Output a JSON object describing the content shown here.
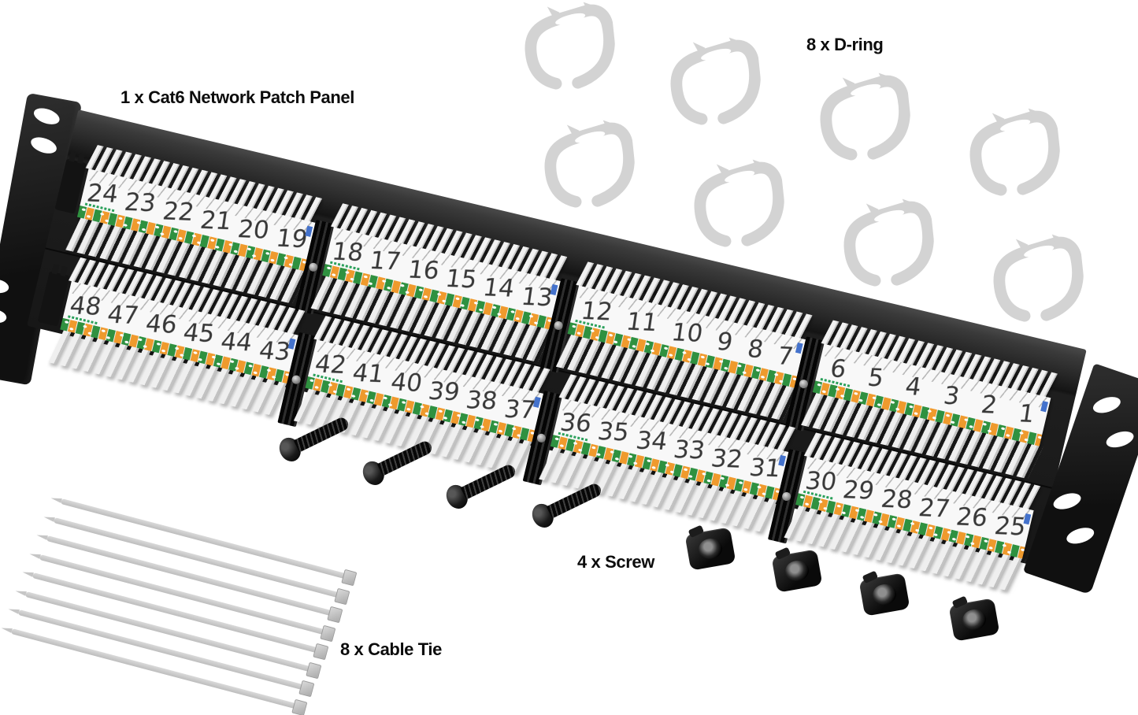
{
  "title_labels": {
    "patch_panel": "1 x Cat6 Network Patch Panel",
    "d_ring": "8 x D-ring",
    "screw": "4 x Screw",
    "cable_tie": "8 x Cable Tie"
  },
  "patch_panel": {
    "port_rows": [
      {
        "groups": [
          [
            "24",
            "23",
            "22",
            "21",
            "20",
            "19"
          ],
          [
            "18",
            "17",
            "16",
            "15",
            "14",
            "13"
          ],
          [
            "12",
            "11",
            "10",
            "9",
            "8",
            "7"
          ],
          [
            "6",
            "5",
            "4",
            "3",
            "2",
            "1"
          ]
        ]
      },
      {
        "groups": [
          [
            "48",
            "47",
            "46",
            "45",
            "44",
            "43"
          ],
          [
            "42",
            "41",
            "40",
            "39",
            "38",
            "37"
          ],
          [
            "36",
            "35",
            "34",
            "33",
            "32",
            "31"
          ],
          [
            "30",
            "29",
            "28",
            "27",
            "26",
            "25"
          ]
        ]
      }
    ]
  },
  "accessories": {
    "d_ring_count": 8,
    "screw_count": 4,
    "cage_nut_count": 4,
    "cable_tie_count": 8
  },
  "colors": {
    "panel_black": "#1b1b1b",
    "block_white": "#f8f8f8",
    "strip_green": "#2f9140",
    "strip_orange": "#ef9a2d",
    "port_tab_blue": "#4472cc",
    "accessory_gray": "#d3d3d3",
    "label_text": "#0c0c0c"
  }
}
